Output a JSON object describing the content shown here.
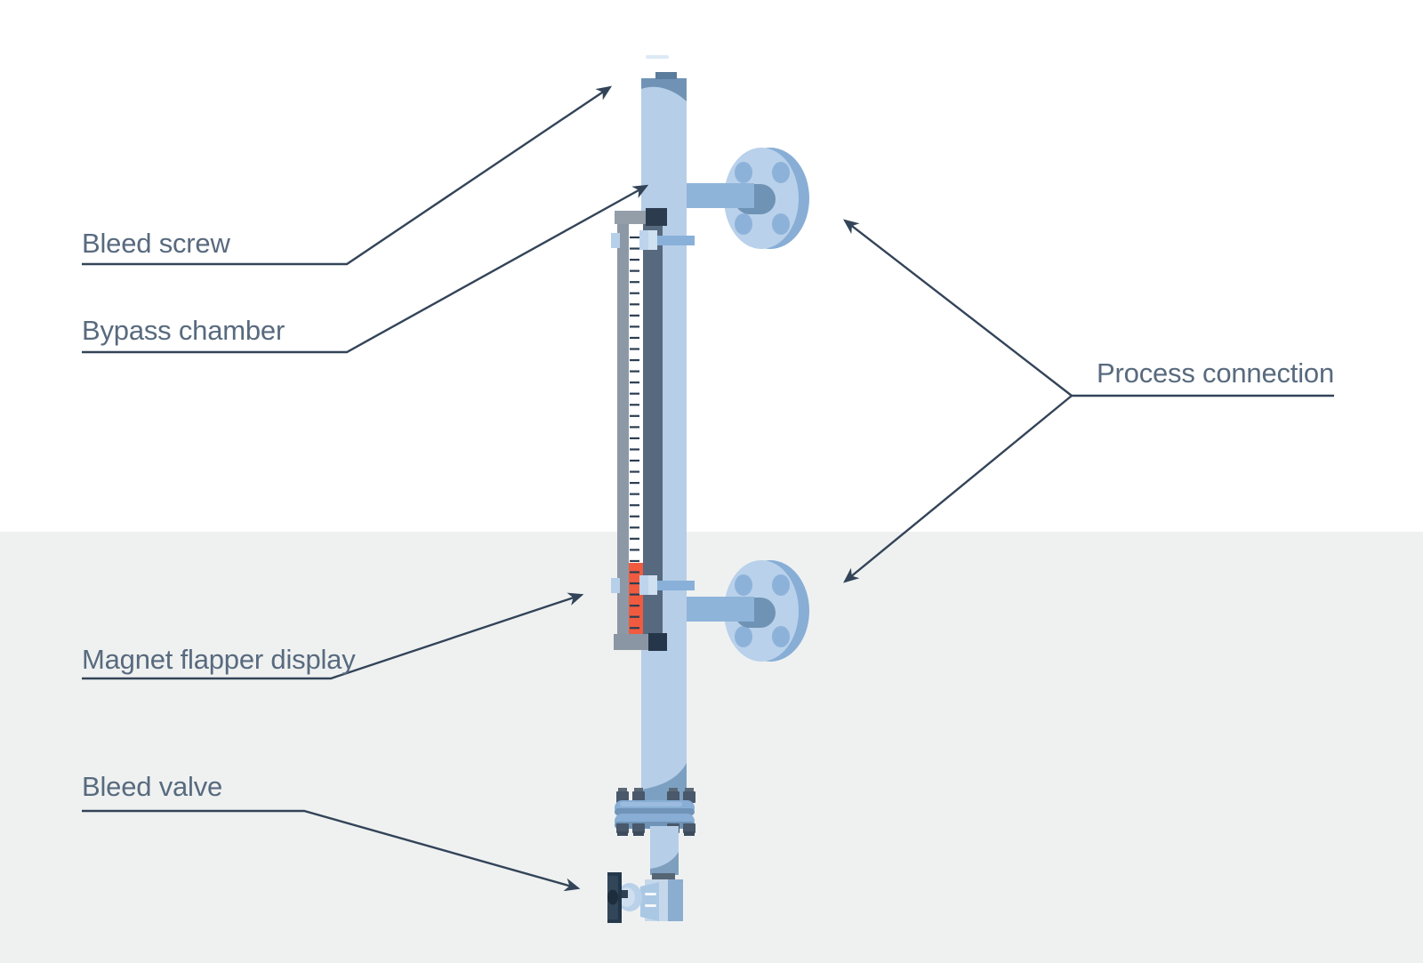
{
  "diagram": {
    "labels": {
      "bleed_screw": "Bleed screw",
      "bypass_chamber": "Bypass chamber",
      "process_connection": "Process connection",
      "magnet_flapper_display": "Magnet flapper display",
      "bleed_valve": "Bleed valve"
    },
    "colors": {
      "background_top": "#ffffff",
      "background_bottom": "#eff1f1",
      "label_text": "#586a7e",
      "leader_line": "#334458",
      "chamber_body": "#b6cee8",
      "chamber_top_shade": "#7093b5",
      "chamber_bottom_shade": "#7ba0c2",
      "bleed_screw_cap": "#5b7c9c",
      "flange_rim": "#88aed6",
      "flange_face": "#b9d1ea",
      "flange_hole": "#8db2da",
      "pipe": "#8fb4da",
      "pipe_shadow": "#6f93b5",
      "indicator_frame": "#939ea9",
      "indicator_cap_dark": "#2c3c4e",
      "scale_background": "#ffffff",
      "scale_tick": "#2c3e52",
      "flapper_red": "#f05b40",
      "slate_strip": "#56697e",
      "clamp_light": "#bdd4ec",
      "bolt_dark": "#49586a",
      "valve_body_front": "#c5d8eb",
      "valve_body_side": "#8badd0",
      "valve_handle": "#32465a"
    },
    "scale": {
      "tick_count": 36,
      "first_tick_y": 267,
      "tick_spacing": 12.55,
      "tick_x1": 708,
      "tick_x2": 719
    },
    "counts": {
      "flanges": 2,
      "bolt_holes_per_flange": 4,
      "bolted_joint_top_bolts": 4,
      "bolted_joint_bottom_bolts": 4
    }
  }
}
